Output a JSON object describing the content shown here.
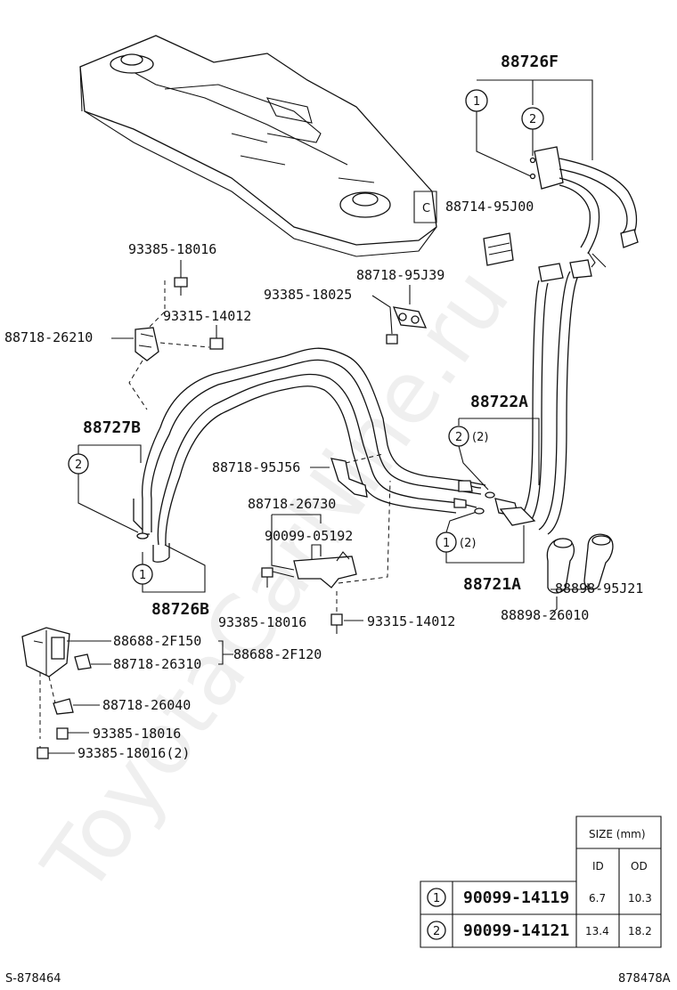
{
  "watermark": "ToyotaCarNine.ru",
  "part_labels": {
    "p88726F": "88726F",
    "p88714_95J00": "88714-95J00",
    "p93385_18016_top": "93385-18016",
    "p88718_95J39": "88718-95J39",
    "p93385_18025": "93385-18025",
    "p93315_14012_top": "93315-14012",
    "p88718_26210": "88718-26210",
    "p88722A": "88722A",
    "p88727B": "88727B",
    "p88718_95J56": "88718-95J56",
    "p88718_26730": "88718-26730",
    "p90099_05192": "90099-05192",
    "p88721A": "88721A",
    "p88726B": "88726B",
    "p88898_95J21": "88898-95J21",
    "p88898_26010": "88898-26010",
    "p93385_18016_mid": "93385-18016",
    "p93315_14012_mid": "93315-14012",
    "p88688_2F150": "88688-2F150",
    "p88718_26310": "88718-26310",
    "p88688_2F120": "88688-2F120",
    "p88718_26040": "88718-26040",
    "p93385_18016_low": "93385-18016",
    "p93385_18016_2": "93385-18016(2)"
  },
  "callouts": {
    "c1": "1",
    "c2": "2",
    "qty2": "(2)"
  },
  "tank_mark": "C",
  "size_table": {
    "header": "SIZE (mm)",
    "col_id": "ID",
    "col_od": "OD",
    "rows": [
      {
        "num": "1",
        "part": "90099-14119",
        "id": "6.7",
        "od": "10.3"
      },
      {
        "num": "2",
        "part": "90099-14121",
        "id": "13.4",
        "od": "18.2"
      }
    ]
  },
  "footer": {
    "left": "S-878464",
    "right": "878478A"
  }
}
